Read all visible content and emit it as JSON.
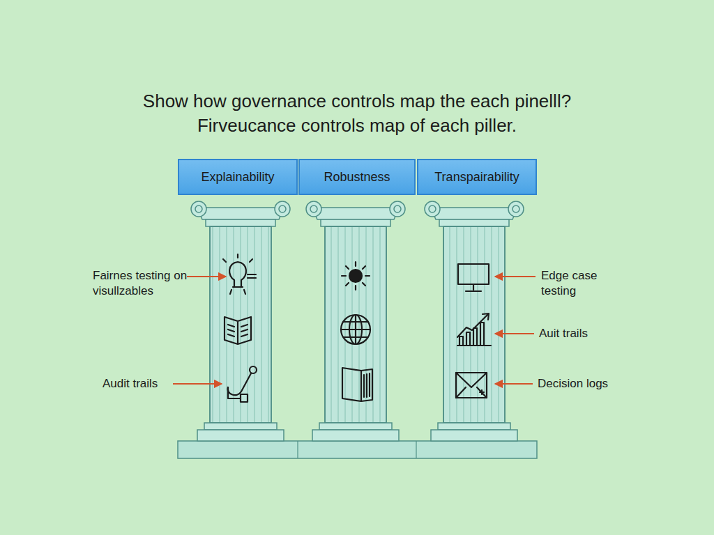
{
  "diagram": {
    "title": "Show how governance controls map the each pinelll? Firveucance controls map of each piller.",
    "nodes": [
      {
        "text": [
          "Explainability"
        ]
      },
      {
        "text": [
          "Robustness"
        ]
      },
      {
        "text": [
          "Transpairability"
        ]
      }
    ],
    "labels": [
      "Fairnes testing on visullzables",
      "Audit trails",
      "Edge case testing",
      "Auit trails",
      "Decision logs"
    ]
  }
}
